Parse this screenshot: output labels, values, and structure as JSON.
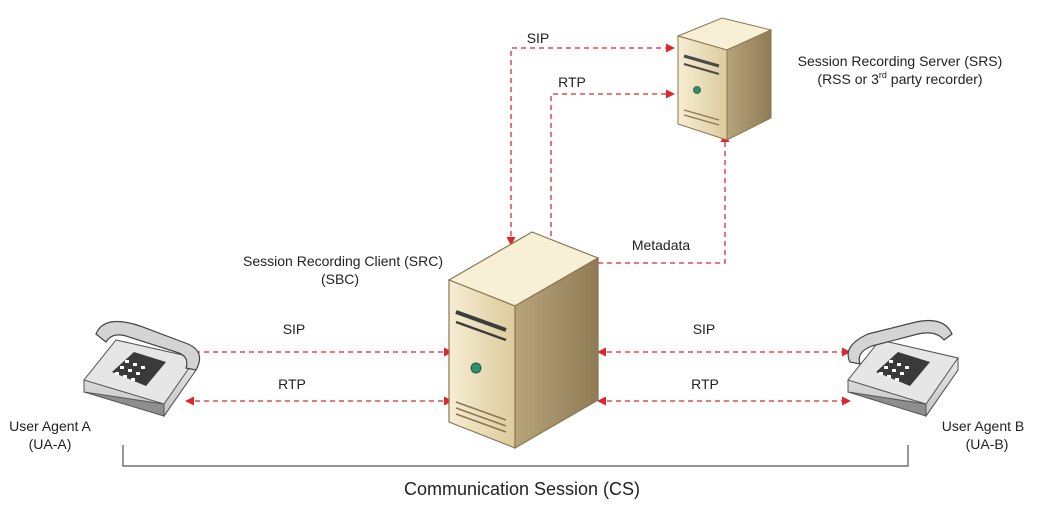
{
  "colors": {
    "flow": "#e0262b",
    "server_light": "#efe2bf",
    "server_dark": "#a8946a",
    "phone_light": "#ececec",
    "phone_dark": "#9a9a9a",
    "bracket": "#555555"
  },
  "nodes": {
    "srs": {
      "icon": "server-icon",
      "line1": "Session Recording Server (SRS)",
      "line2_prefix": "(RSS or 3",
      "line2_sup": "rd",
      "line2_suffix": " party recorder)"
    },
    "src": {
      "icon": "server-icon",
      "line1": "Session Recording Client (SRC)",
      "line2": "(SBC)"
    },
    "ua_a": {
      "icon": "telephone-icon",
      "line1": "User Agent A",
      "line2": "(UA-A)"
    },
    "ua_b": {
      "icon": "telephone-icon",
      "line1": "User Agent B",
      "line2": "(UA-B)"
    }
  },
  "flows": {
    "sip_top": "SIP",
    "rtp_top": "RTP",
    "metadata": "Metadata",
    "sip_left": "SIP",
    "rtp_left": "RTP",
    "sip_right": "SIP",
    "rtp_right": "RTP"
  },
  "bracket_label": "Communication Session (CS)"
}
